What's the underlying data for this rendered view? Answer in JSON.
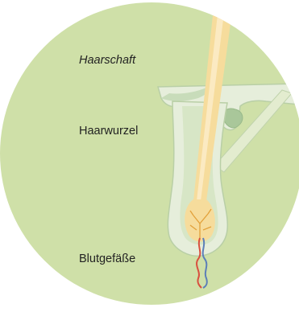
{
  "labels": {
    "shaft": "Haarschaft",
    "root": "Haarwurzel",
    "vessels": "Blutgefäße"
  },
  "colors": {
    "background_circle": "#cfe0a8",
    "follicle": "#e6eedb",
    "follicle_outline": "#b9cfa6",
    "hair": "#f6dc9c",
    "hair_highlight": "#fbeac2",
    "vessel_red": "#d9503f",
    "vessel_blue": "#5c7fb8",
    "nerve_orange": "#e2a13a"
  }
}
